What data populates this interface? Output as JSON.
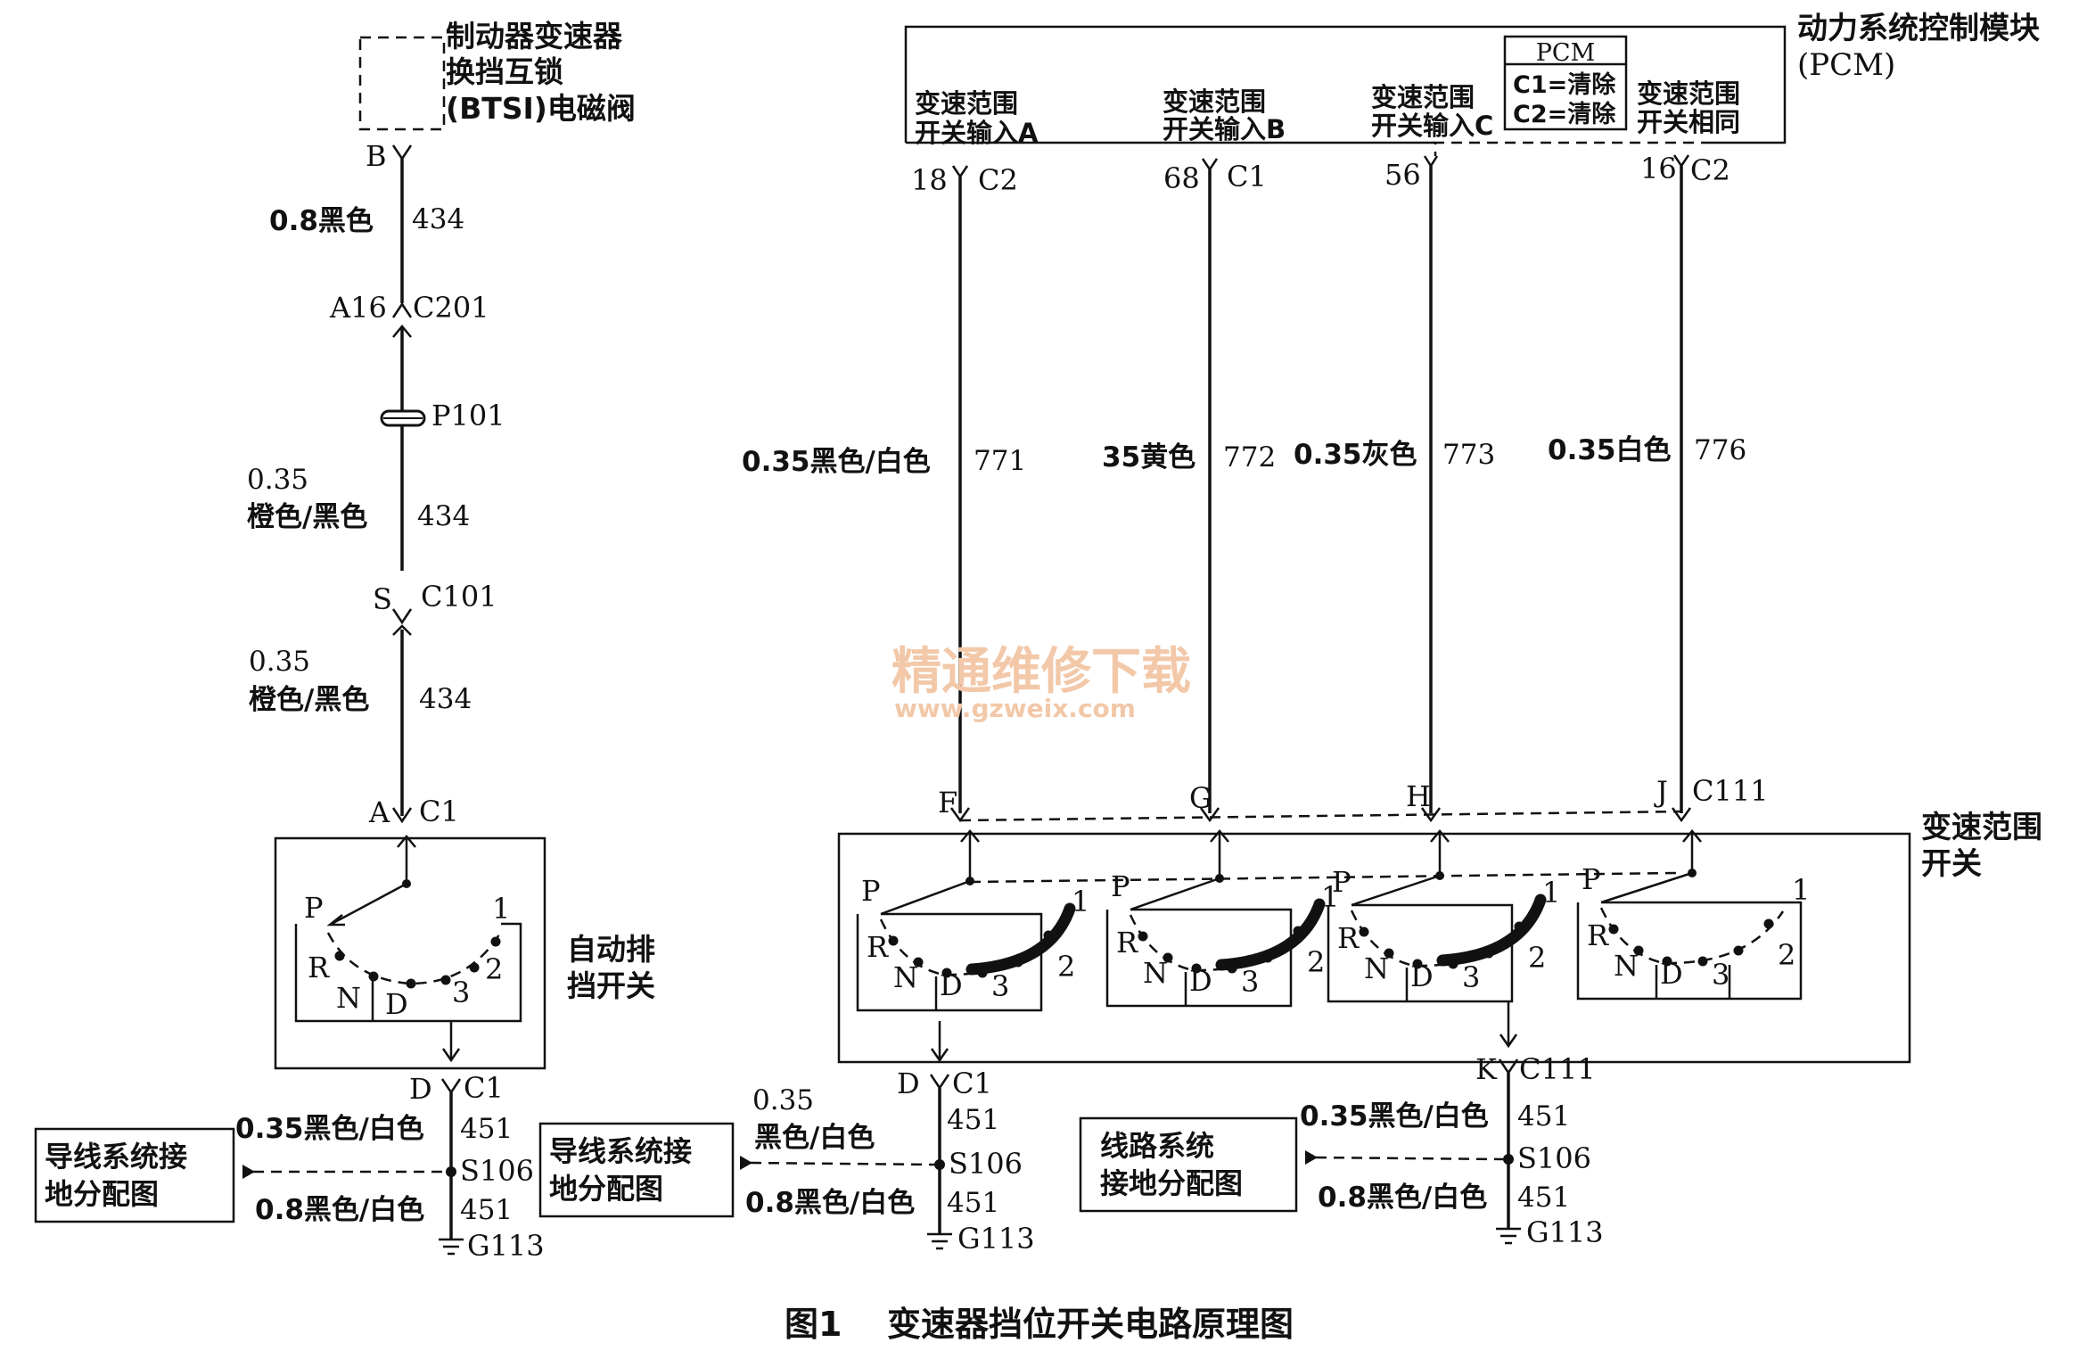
{
  "btsi": {
    "title_lines": [
      "制动器变速器",
      "换挡互锁",
      "(BTSI)电磁阀"
    ],
    "pin_b": "B",
    "wire1_spec": "0.8黑色",
    "wire1_num": "434",
    "c201_pin": "A16",
    "c201": "C201",
    "p101": "P101",
    "wire2_size": "0.35",
    "wire2_color": "橙色/黑色",
    "wire2_num": "434",
    "c101_pin": "S",
    "c101": "C101",
    "wire3_size": "0.35",
    "wire3_color": "橙色/黑色",
    "wire3_num": "434",
    "c1_pin": "A",
    "c1": "C1"
  },
  "auto_switch": {
    "title_lines": [
      "自动排",
      "挡开关"
    ],
    "positions": [
      "P",
      "R",
      "N",
      "D",
      "3",
      "2",
      "1"
    ],
    "bottom_pin": "D",
    "bottom_conn": "C1",
    "wire_top_spec": "0.35黑色/白色",
    "wire_top_num": "451",
    "splice": "S106",
    "wire_bot_spec": "0.8黑色/白色",
    "wire_bot_num": "451",
    "ground": "G113"
  },
  "ref_boxes": [
    {
      "lines": [
        "导线系统接",
        "地分配图"
      ]
    },
    {
      "lines": [
        "导线系统接",
        "地分配图"
      ]
    },
    {
      "lines": [
        "线路系统",
        "接地分配图"
      ]
    }
  ],
  "pcm": {
    "title_lines": [
      "动力系统控制模块",
      "(PCM)"
    ],
    "legend_title": "PCM",
    "legend_lines": [
      "C1=清除",
      "C2=清除"
    ],
    "inputs": [
      {
        "lines": [
          "变速范围",
          "开关输入A"
        ],
        "pin": "18",
        "conn": "C2",
        "wire_spec": "0.35黑色/白色",
        "wire_num": "771",
        "sw_pin": "F"
      },
      {
        "lines": [
          "变速范围",
          "开关输入B"
        ],
        "pin": "68",
        "conn": "C1",
        "wire_spec": "35黄色",
        "wire_num": "772",
        "sw_pin": "G"
      },
      {
        "lines": [
          "变速范围",
          "开关输入C"
        ],
        "pin": "56",
        "conn": "",
        "wire_spec": "0.35灰色",
        "wire_num": "773",
        "sw_pin": "H"
      },
      {
        "lines": [
          "变速范围",
          "开关相同"
        ],
        "pin": "16",
        "conn": "C2",
        "wire_spec": "0.35白色",
        "wire_num": "776",
        "sw_pin": "J"
      }
    ],
    "switch_conn": "C111"
  },
  "range_switch": {
    "title_lines": [
      "变速范围",
      "开关"
    ],
    "positions": [
      "P",
      "R",
      "N",
      "D",
      "3",
      "2",
      "1"
    ],
    "ground_left": {
      "pin": "D",
      "conn": "C1",
      "wire_top_num": "451",
      "wire_top_size": "0.35",
      "wire_top_color": "黑色/白色",
      "splice": "S106",
      "wire_bot_spec": "0.8黑色/白色",
      "wire_bot_num": "451",
      "ground": "G113"
    },
    "ground_right": {
      "pin": "K",
      "conn": "C111",
      "wire_top_spec": "0.35黑色/白色",
      "wire_top_num": "451",
      "splice": "S106",
      "wire_bot_spec": "0.8黑色/白色",
      "wire_bot_num": "451",
      "ground": "G113"
    }
  },
  "watermark": {
    "line1": "精通维修下载",
    "line2": "www.gzweix.com"
  },
  "caption": {
    "fig": "图1",
    "text": "变速器挡位开关电路原理图"
  }
}
